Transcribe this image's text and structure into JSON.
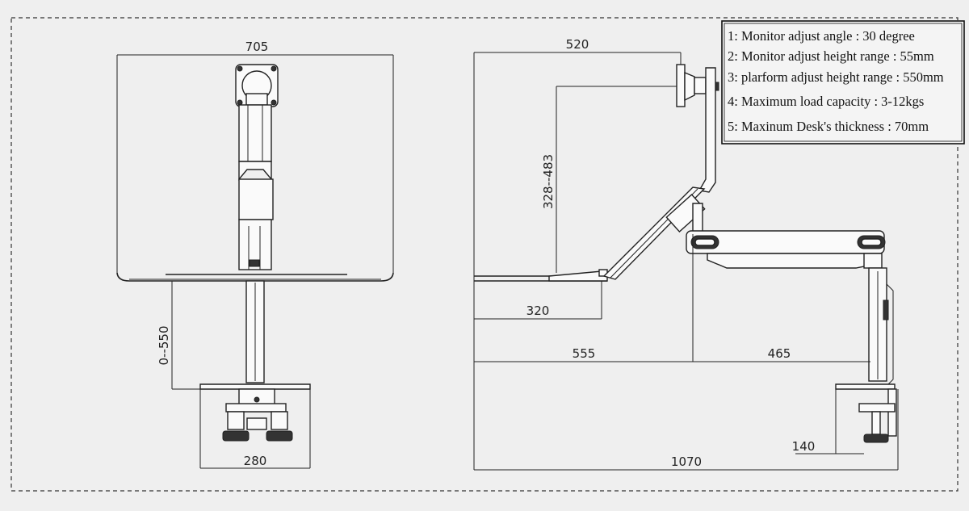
{
  "front_view": {
    "desk_width": "705",
    "platform_height": "0--550",
    "clamp_width": "280"
  },
  "side_view": {
    "monitor_reach": "520",
    "monitor_height": "328--483",
    "platform_depth": "320",
    "arm_reach": "555",
    "base_offset": "465",
    "clamp_depth": "140",
    "total_length": "1070"
  },
  "specs": [
    "1: Monitor adjust angle : 30 degree",
    "2: Monitor adjust height range : 55mm",
    "3: plarform adjust height range : 550mm",
    "4: Maximum load capacity : 3-12kgs",
    "5: Maxinum Desk's thickness : 70mm"
  ],
  "colors": {
    "background": "#efefef",
    "line": "#222222"
  }
}
